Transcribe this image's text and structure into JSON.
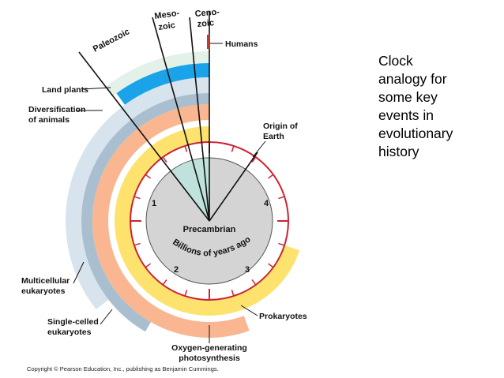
{
  "caption": "Clock\nanalogy for\nsome key\nevents in\nevolutionary\nhistory",
  "eras": {
    "paleozoic": "Paleozoic",
    "mesozoic_1": "Meso-",
    "mesozoic_2": "zoic",
    "cenozoic_1": "Ceno-",
    "cenozoic_2": "zoic",
    "precambrian": "Precambrian"
  },
  "scale_label": "Billions of years ago",
  "clock_numbers": [
    "1",
    "2",
    "3",
    "4"
  ],
  "events": {
    "humans": "Humans",
    "land_plants": "Land plants",
    "diversification_1": "Diversification",
    "diversification_2": "of animals",
    "origin_1": "Origin of",
    "origin_2": "Earth",
    "multicellular_1": "Multicellular",
    "multicellular_2": "eukaryotes",
    "single_celled_1": "Single-celled",
    "single_celled_2": "eukaryotes",
    "prokaryotes": "Prokaryotes",
    "oxygen_1": "Oxygen-generating",
    "oxygen_2": "photosynthesis"
  },
  "copyright": "Copyright © Pearson Education, Inc., publishing as Benjamin Cummings.",
  "colors": {
    "clock_face": "#d4d4d4",
    "paleozoic_wedge": "#bfe3dc",
    "clock_ticks": "#cc2233",
    "land_plants": "#1aa3e8",
    "diversification": "#e3f1e8",
    "multicellular": "#d7e4ee",
    "single_celled": "#a9bfd0",
    "oxygen": "#f9b690",
    "prokaryotes": "#fde36d",
    "humans": "#c0392b"
  }
}
